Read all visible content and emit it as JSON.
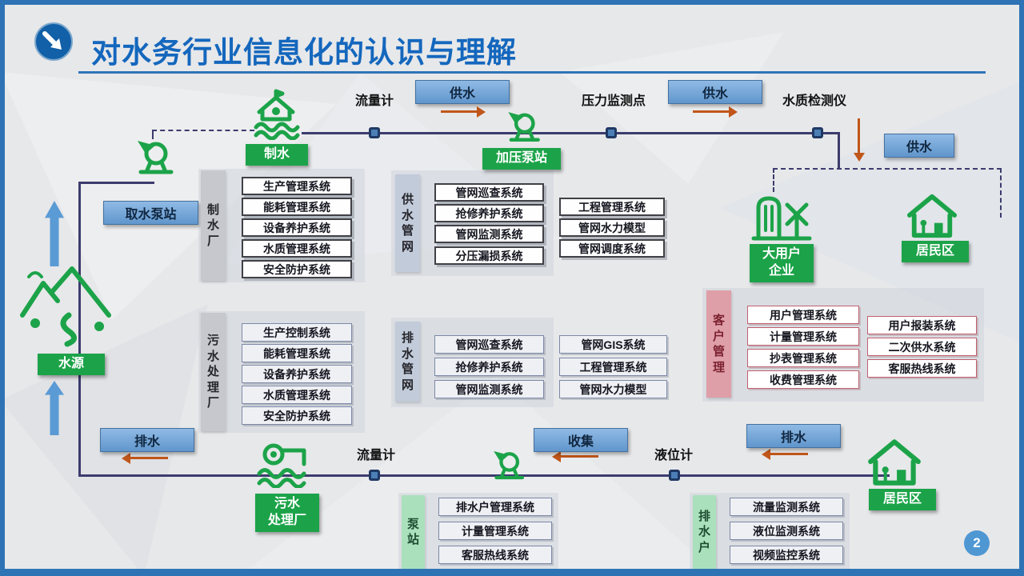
{
  "slide": {
    "title": "对水务行业信息化的认识与理解",
    "page_number": "2"
  },
  "colors": {
    "title_blue": "#1467BD",
    "frame_blue": "#2E74B5",
    "node_green": "#1CA349",
    "steel_blue": "#6FA0D2",
    "line_navy": "#3C3C6E",
    "arrow_orange": "#C0561A",
    "customer_pink": "#DF9FA8"
  },
  "top_flow": {
    "zhishui": "制水",
    "flow_meter": "流量计",
    "supply_1": "供水",
    "booster_station": "加压泵站",
    "pressure_point": "压力监测点",
    "supply_2": "供水",
    "quality_detector": "水质检测仪",
    "supply_3": "供水"
  },
  "left_flow": {
    "intake_station": "取水泵站",
    "water_source": "水源",
    "drain": "排水"
  },
  "bottom_flow": {
    "sewage_plant_l1": "污水",
    "sewage_plant_l2": "处理厂",
    "flow_meter": "流量计",
    "collect": "收集",
    "level_meter": "液位计",
    "drain": "排水",
    "residential": "居民区"
  },
  "right_side": {
    "big_user_l1": "大用户",
    "big_user_l2": "企业",
    "residential": "居民区"
  },
  "sections": {
    "water_plant": {
      "tab": "制水厂",
      "systems": [
        "生产管理系统",
        "能耗管理系统",
        "设备养护系统",
        "水质管理系统",
        "安全防护系统"
      ]
    },
    "supply_network": {
      "tab": "供水管网",
      "col1": [
        "管网巡查系统",
        "抢修养护系统",
        "管网监测系统",
        "分压漏损系统"
      ],
      "col2": [
        "工程管理系统",
        "管网水力模型",
        "管网调度系统"
      ]
    },
    "sewage_plant": {
      "tab": "污水处理厂",
      "systems": [
        "生产控制系统",
        "能耗管理系统",
        "设备养护系统",
        "水质管理系统",
        "安全防护系统"
      ]
    },
    "drain_network": {
      "tab": "排水管网",
      "col1": [
        "管网巡查系统",
        "抢修养护系统",
        "管网监测系统"
      ],
      "col2": [
        "管网GIS系统",
        "工程管理系统",
        "管网水力模型"
      ]
    },
    "customer": {
      "tab": "客户管理",
      "col1": [
        "用户管理系统",
        "计量管理系统",
        "抄表管理系统",
        "收费管理系统"
      ],
      "col2": [
        "用户报装系统",
        "二次供水系统",
        "客服热线系统"
      ]
    },
    "pump_station": {
      "tab": "泵站",
      "systems": [
        "排水户管理系统",
        "计量管理系统",
        "客服热线系统"
      ]
    },
    "drain_user": {
      "tab": "排水户",
      "systems": [
        "流量监测系统",
        "液位监测系统",
        "视频监控系统"
      ]
    }
  }
}
